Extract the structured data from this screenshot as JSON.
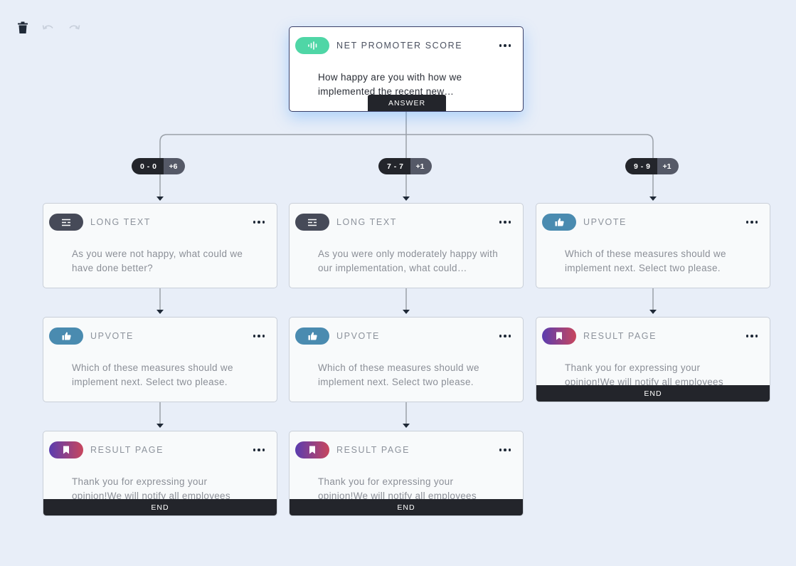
{
  "toolbar": {
    "delete_icon": "trash-icon",
    "undo_icon": "undo-icon",
    "redo_icon": "redo-icon"
  },
  "root": {
    "type": "NET PROMOTER SCORE",
    "question": "How happy are you with how we implemented the recent new…",
    "answer_label": "ANSWER"
  },
  "branches": [
    {
      "range": "0 - 0",
      "more": "+6"
    },
    {
      "range": "7 - 7",
      "more": "+1"
    },
    {
      "range": "9 - 9",
      "more": "+1"
    }
  ],
  "cards": {
    "c1r1": {
      "type": "LONG TEXT",
      "question": "As you were not happy, what could we have done better?"
    },
    "c1r2": {
      "type": "UPVOTE",
      "question": "Which of these measures should we implement next. Select two please."
    },
    "c1r3": {
      "type": "RESULT PAGE",
      "question": "Thank you for expressing your opinion!We will notify all employees",
      "end_label": "END"
    },
    "c2r1": {
      "type": "LONG TEXT",
      "question": "As you were only moderately happy with our implementation, what could…"
    },
    "c2r2": {
      "type": "UPVOTE",
      "question": "Which of these measures should we implement next. Select two please."
    },
    "c2r3": {
      "type": "RESULT PAGE",
      "question": "Thank you for expressing your opinion!We will notify all employees",
      "end_label": "END"
    },
    "c3r1": {
      "type": "UPVOTE",
      "question": "Which of these measures should we implement next. Select two please."
    },
    "c3r2": {
      "type": "RESULT PAGE",
      "question": "Thank you for expressing your opinion!We will notify all employees",
      "end_label": "END"
    }
  },
  "colors": {
    "background": "#e8eef8",
    "nps": "#4fd6a6",
    "long_text": "#464a58",
    "upvote": "#4a8bb0",
    "result_from": "#5a3db0",
    "result_to": "#c8465d",
    "dark": "#23252b"
  }
}
